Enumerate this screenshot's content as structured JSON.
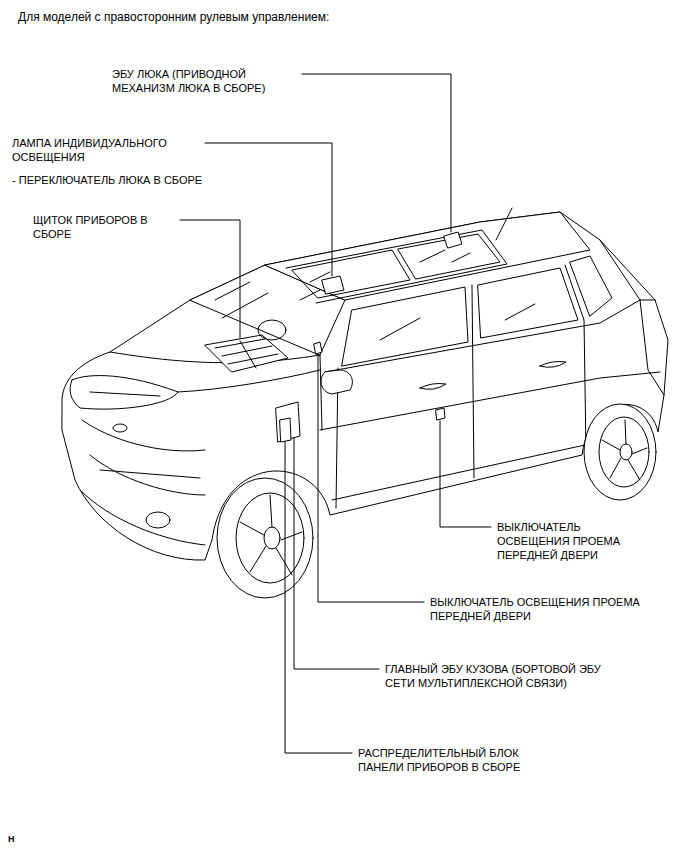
{
  "diagram": {
    "title": "Для моделей с правосторонним рулевым управлением:",
    "labels": [
      "ЭБУ ЛЮКА (ПРИВОДНОЙ МЕХАНИЗМ ЛЮКА В СБОРЕ)",
      "ЛАМПА ИНДИВИДУАЛЬНОГО ОСВЕЩЕНИЯ",
      "- ПЕРЕКЛЮЧАТЕЛЬ ЛЮКА В СБОРЕ",
      "ЩИТОК ПРИБОРОВ В СБОРЕ",
      "ВЫКЛЮЧАТЕЛЬ ОСВЕЩЕНИЯ ПРОЕМА ПЕРЕДНЕЙ ДВЕРИ",
      "ВЫКЛЮЧАТЕЛЬ ОСВЕЩЕНИЯ ПРОЕМА ПЕРЕДНЕЙ ДВЕРИ",
      "ГЛАВНЫЙ ЭБУ КУЗОВА (БОРТОВОЙ ЭБУ СЕТИ МУЛЬТИПЛЕКСНОЙ СВЯЗИ)",
      "РАСПРЕДЕЛИТЕЛЬНЫЙ БЛОК ПАНЕЛИ ПРИБОРОВ В СБОРЕ",
      "H"
    ]
  }
}
